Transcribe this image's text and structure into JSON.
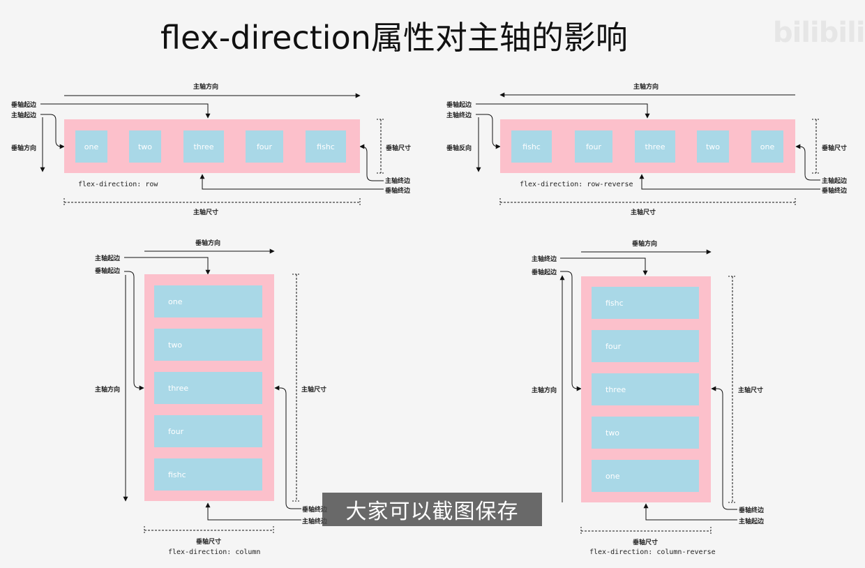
{
  "title": "flex-direction属性对主轴的影响",
  "logo": "bilibili",
  "subtitle": "大家可以截图保存",
  "labels": {
    "main_dir": "主轴方向",
    "cross_dir": "垂轴方向",
    "cross_reverse": "垂轴反向",
    "main_start": "主轴起边",
    "main_end": "主轴终边",
    "cross_start": "垂轴起边",
    "cross_end": "垂轴终边",
    "main_size": "主轴尺寸",
    "cross_size": "垂轴尺寸"
  },
  "panels": {
    "row": {
      "caption": "flex-direction: row",
      "items": [
        "one",
        "two",
        "three",
        "four",
        "fishc"
      ]
    },
    "row_reverse": {
      "caption": "flex-direction: row-reverse",
      "items": [
        "fishc",
        "four",
        "three",
        "two",
        "one"
      ]
    },
    "column": {
      "caption": "flex-direction: column",
      "items": [
        "one",
        "two",
        "three",
        "four",
        "fishc"
      ]
    },
    "column_reverse": {
      "caption": "flex-direction: column-reverse",
      "items": [
        "fishc",
        "four",
        "three",
        "two",
        "one"
      ]
    }
  }
}
